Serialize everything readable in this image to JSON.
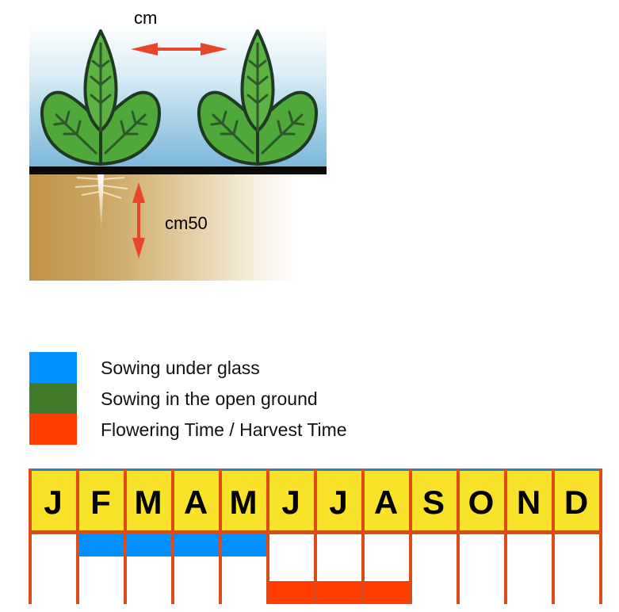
{
  "illustration": {
    "spacing_label": "cm",
    "depth_label": "cm50",
    "icons": {
      "plant": "three-leaf-seedling",
      "spacing_arrow": "double-arrow-horizontal",
      "depth_arrow": "double-arrow-vertical",
      "root": "root"
    },
    "colors": {
      "leaf": "#4fa83a",
      "leaf_outline": "#1f3a22",
      "arrow": "#e8452a",
      "ground_line": "#0a0a0a"
    }
  },
  "legend": {
    "items": [
      {
        "key": "glass",
        "label": "Sowing under glass",
        "color": "#0090ff"
      },
      {
        "key": "open",
        "label": "Sowing in the open ground",
        "color": "#417a2a"
      },
      {
        "key": "harvest",
        "label": "Flowering Time / Harvest Time",
        "color": "#ff3d00"
      }
    ]
  },
  "calendar": {
    "months": [
      "J",
      "F",
      "M",
      "A",
      "M",
      "J",
      "J",
      "A",
      "S",
      "O",
      "N",
      "D"
    ],
    "header_color": "#f9e22a",
    "grid_color": "#de4b17",
    "sowing_under_glass_months": [
      2,
      3,
      4,
      5
    ],
    "sowing_open_ground_months": [],
    "harvest_months": [
      6,
      7,
      8
    ]
  }
}
